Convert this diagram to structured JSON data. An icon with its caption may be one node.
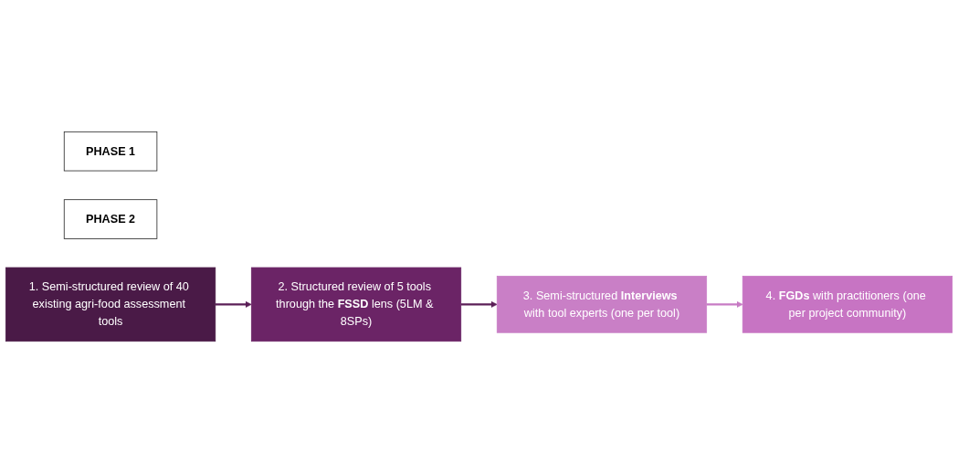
{
  "diagram": {
    "nodes": [
      {
        "text": [
          "PHASE 1"
        ]
      },
      {
        "text": [
          "PHASE 2"
        ]
      },
      {
        "text": [
          "1. Semi-structured review of 40 existing agri-food assessment tools"
        ]
      },
      {
        "text": [
          "2. Structured review of 5 tools through the **FSSD** lens (5LM & 8SPs)"
        ]
      },
      {
        "text": [
          "3. Semi-structured **Interviews** with tool experts (one per tool)"
        ]
      },
      {
        "text": [
          "4. **FGDs** with practitioners (one per project community)"
        ]
      }
    ],
    "edges": [
      {
        "from": 2,
        "to": 3,
        "arrow": "to"
      },
      {
        "from": 3,
        "to": 4,
        "arrow": "to"
      },
      {
        "from": 4,
        "to": 5,
        "arrow": "to",
        "color": "#c77bc4"
      }
    ]
  }
}
